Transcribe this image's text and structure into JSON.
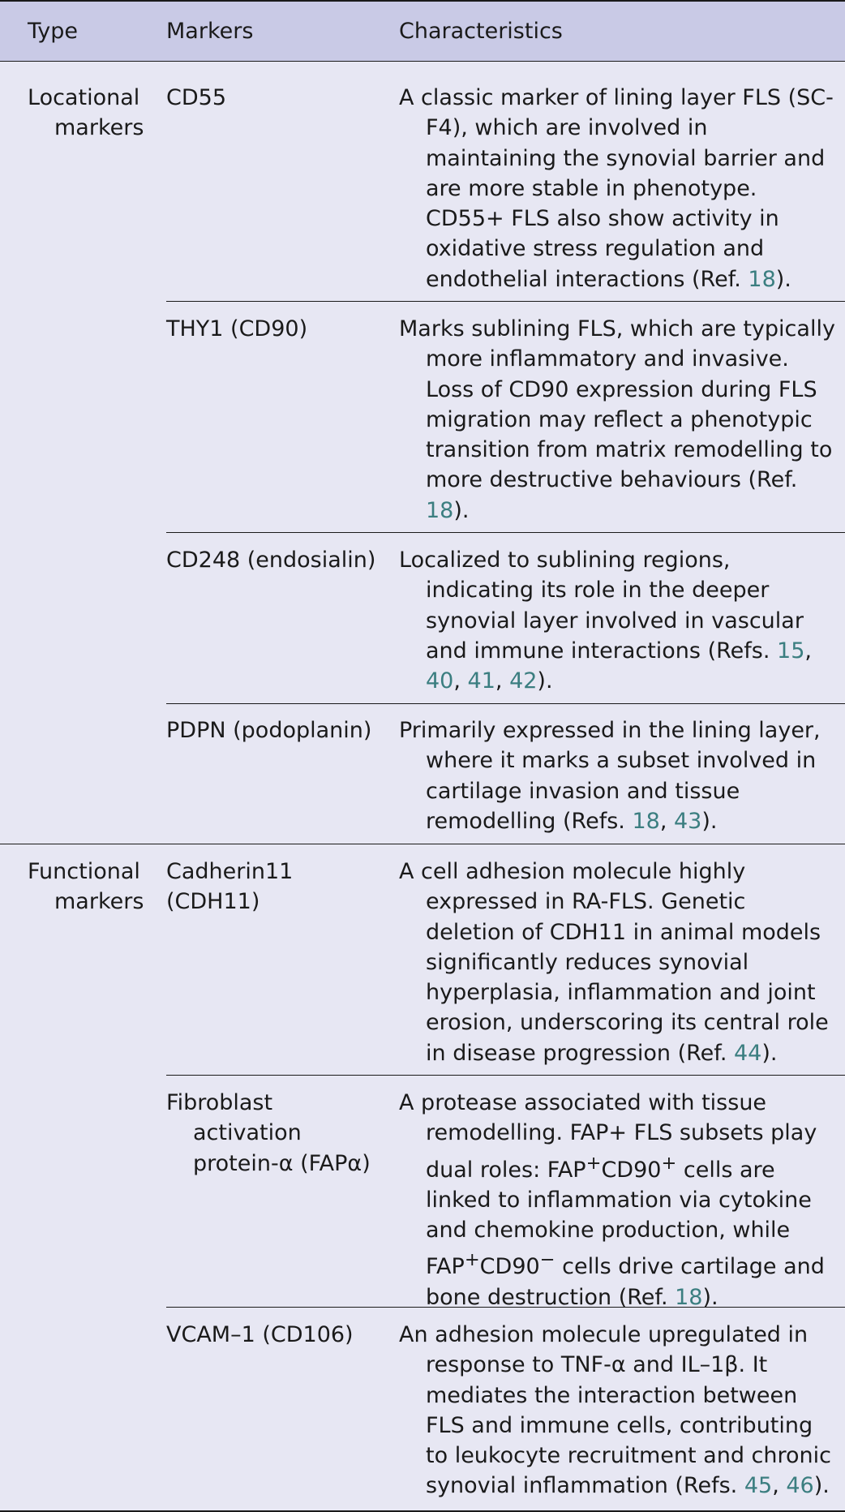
{
  "header": {
    "type": "Type",
    "markers": "Markers",
    "characteristics": "Characteristics"
  },
  "groups": [
    {
      "type_line1": "Locational",
      "type_line2": "markers",
      "rows": [
        {
          "marker": "CD55",
          "text": "A classic marker of lining layer FLS (SC-F4), which are involved in maintaining the synovial barrier and are more stable in phenotype. CD55+ FLS also show activity in oxidative stress regulation and endothelial interactions (Ref. ",
          "refs": [
            "18"
          ],
          "end": ")."
        },
        {
          "marker": "THY1 (CD90)",
          "text": "Marks sublining FLS, which are typically more inflammatory and invasive. Loss of CD90 expression during FLS migration may reflect a phenotypic transition from matrix remodelling to more destructive behaviours (Ref. ",
          "refs": [
            "18"
          ],
          "end": ")."
        },
        {
          "marker": "CD248 (endosialin)",
          "text": "Localized to sublining regions, indicating its role in the deeper synovial layer involved in vascular and immune interactions (Refs. ",
          "refs": [
            "15",
            "40",
            "41",
            "42"
          ],
          "end": ")."
        },
        {
          "marker": "PDPN (podoplanin)",
          "text": "Primarily expressed in the lining layer, where it marks a subset involved in cartilage invasion and tissue remodelling (Refs. ",
          "refs": [
            "18",
            "43"
          ],
          "end": ")."
        }
      ]
    },
    {
      "type_line1": "Functional",
      "type_line2": "markers",
      "rows": [
        {
          "marker": "Cadherin11 (CDH11)",
          "text": "A cell adhesion molecule highly expressed in RA-FLS. Genetic deletion of CDH11 in animal models significantly reduces synovial hyperplasia, inflammation and joint erosion, underscoring its central role in disease progression (Ref. ",
          "refs": [
            "44"
          ],
          "end": ")."
        },
        {
          "marker": "Fibroblast activation protein-α (FAPα)",
          "text_a": "A protease associated with tissue remodelling. FAP+ FLS subsets play dual roles: FAP",
          "sup1": "+",
          "text_b": "CD90",
          "sup2": "+",
          "text_c": " cells are linked to inflammation via cytokine and chemokine production, while FAP",
          "sup3": "+",
          "text_d": "CD90",
          "sup4": "−",
          "text_e": " cells drive cartilage and bone destruction (Ref. ",
          "refs": [
            "18"
          ],
          "end": ")."
        },
        {
          "marker": "VCAM–1 (CD106)",
          "text": "An adhesion molecule upregulated in response to TNF-α and IL–1β. It mediates the interaction between FLS and immune cells, contributing to leukocyte recruitment and chronic synovial inflammation (Refs. ",
          "refs": [
            "45",
            "46"
          ],
          "end": ")."
        }
      ]
    }
  ]
}
